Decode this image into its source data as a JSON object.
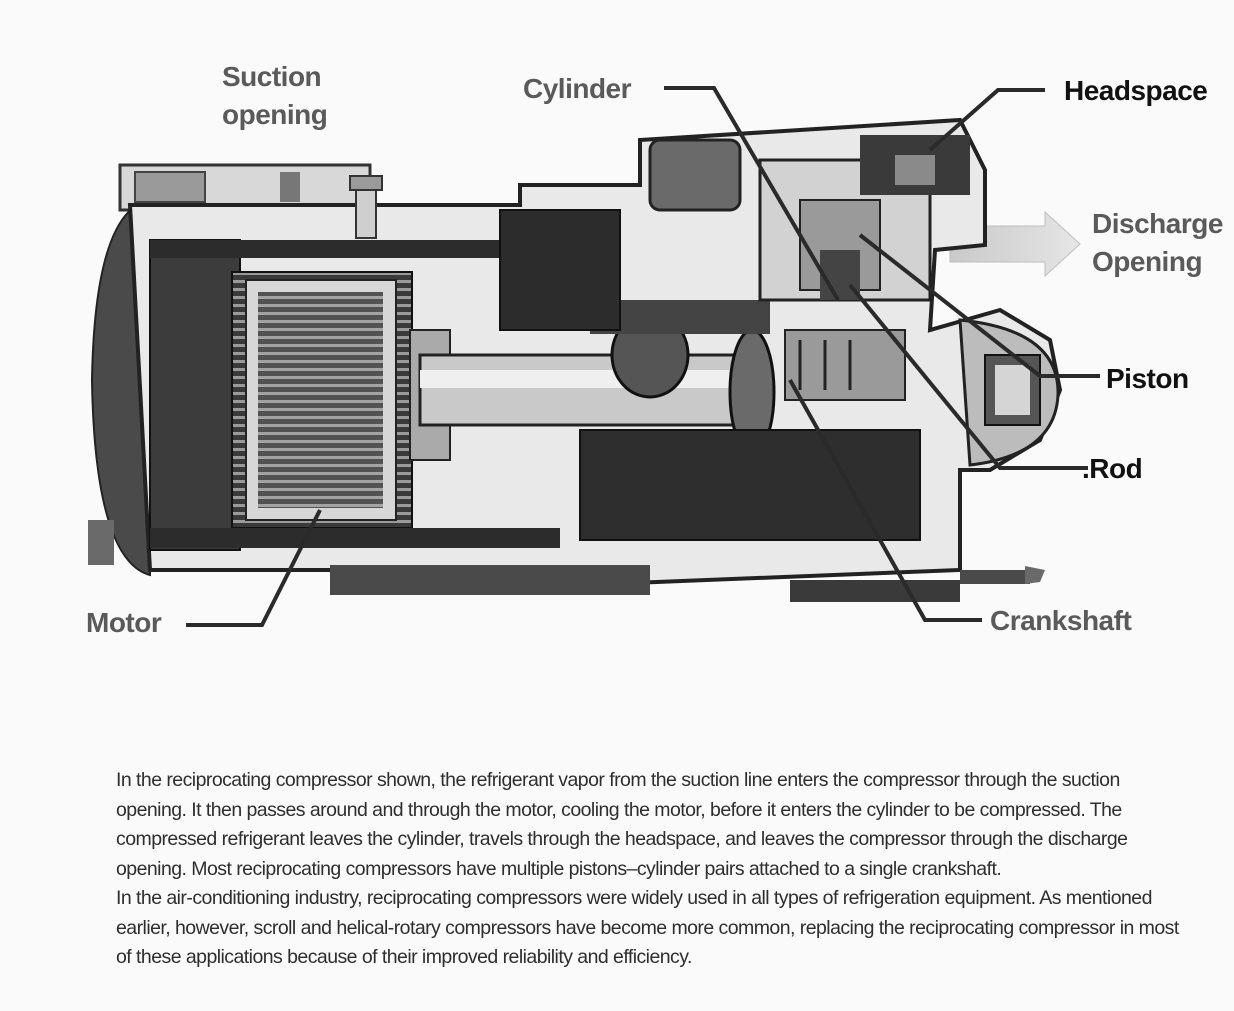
{
  "labels": {
    "suction": [
      "Suction",
      "opening"
    ],
    "cylinder": "Cylinder",
    "headspace": "Headspace",
    "discharge": [
      "Discharge",
      "Opening"
    ],
    "piston": "Piston",
    "rod": ".Rod",
    "motor": "Motor",
    "crankshaft": "Crankshaft"
  },
  "caption": {
    "p1": "In the reciprocating compressor shown, the refrigerant vapor from the suction line enters the compressor through the suction opening. It then passes around and through the motor, cooling the motor, before it enters the cylinder to be compressed. The compressed refrigerant leaves the cylinder, travels through the headspace, and leaves the compressor through the discharge opening. Most reciprocating compressors have multiple pistons–cylinder pairs attached to a single crankshaft.",
    "p2": "In the air-conditioning industry, reciprocating compressors were widely used in all types of refrigeration equipment. As mentioned earlier, however, scroll and helical-rotary compressors have become more common, replacing the reciprocating compressor in most of these applications because of their improved reliability and efficiency."
  }
}
